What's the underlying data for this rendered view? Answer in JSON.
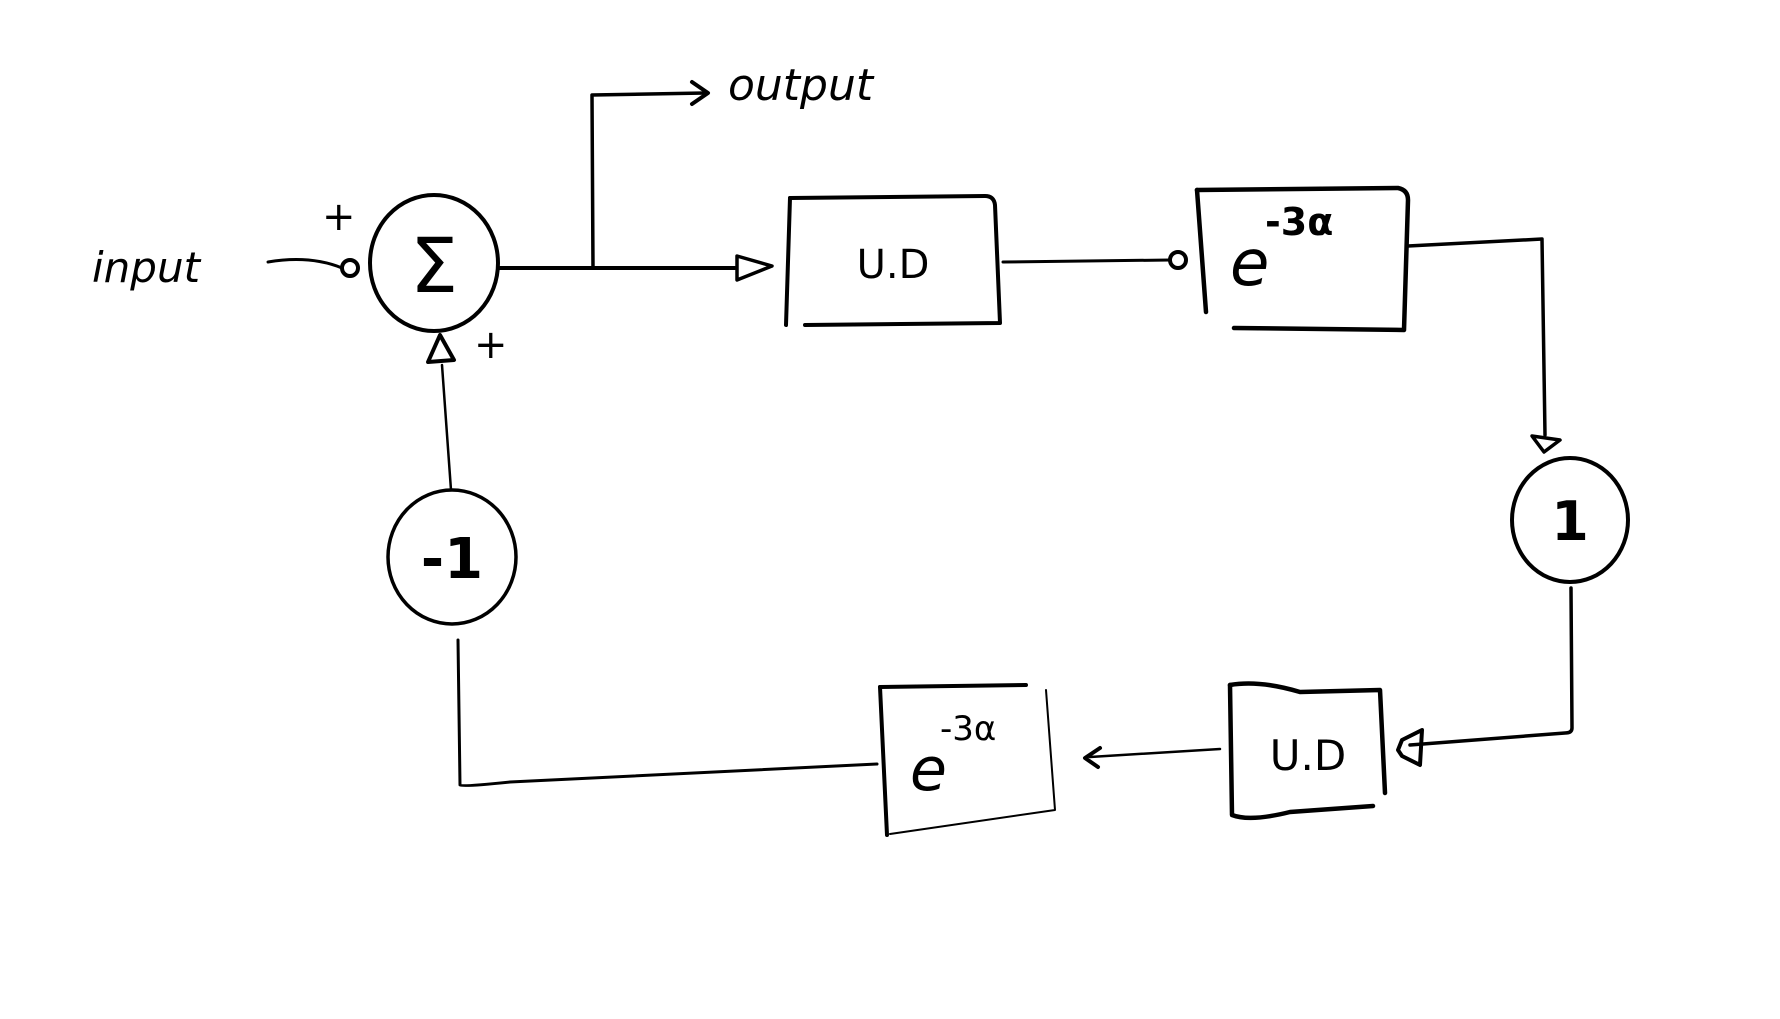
{
  "diagram": {
    "type": "block-diagram",
    "input_label": "input",
    "output_label": "output",
    "summing_junction": {
      "symbol": "Σ",
      "signs": {
        "top_input": "+",
        "bottom_input": "+"
      }
    },
    "forward_path": [
      {
        "id": "ud-top",
        "label": "U.D"
      },
      {
        "id": "exp-top",
        "base": "e",
        "exponent": "-3α"
      },
      {
        "id": "gain-1",
        "label": "1"
      }
    ],
    "feedback_path": [
      {
        "id": "ud-bottom",
        "label": "U.D"
      },
      {
        "id": "exp-bottom",
        "base": "e",
        "exponent": "-3α"
      },
      {
        "id": "gain-neg1",
        "label": "-1"
      }
    ],
    "colors": {
      "ink": "#000000",
      "background": "#ffffff"
    }
  }
}
